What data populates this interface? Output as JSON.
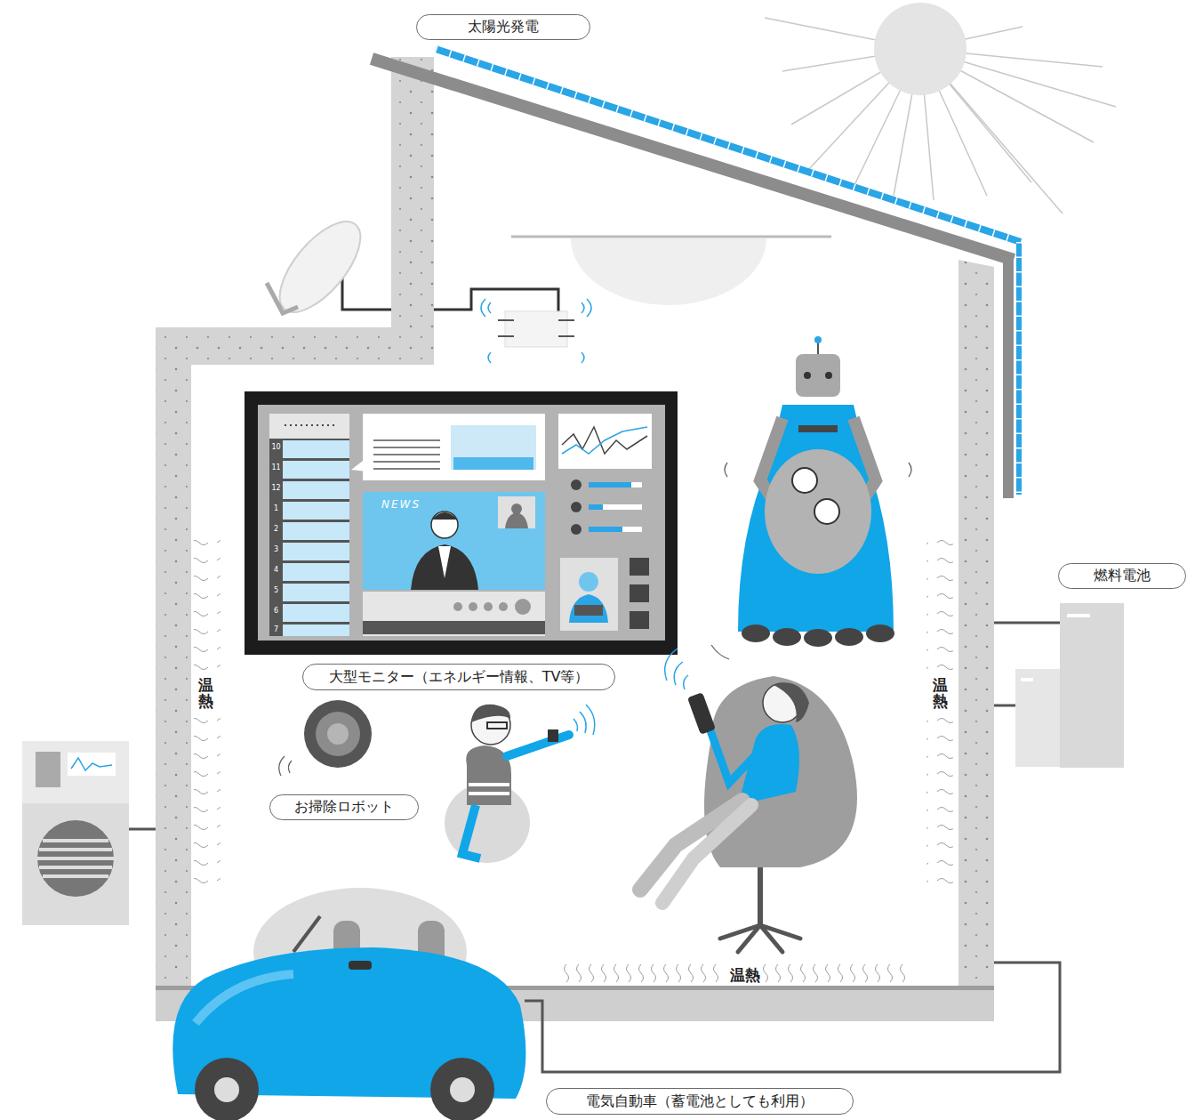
{
  "diagram": {
    "nodes": [
      {
        "text": [
          "太陽光発電"
        ]
      },
      {
        "text": [
          "燃料電池"
        ]
      },
      {
        "text": [
          "大型モニター（エネルギー情報、TV等）"
        ]
      },
      {
        "text": [
          "お掃除ロボット"
        ]
      },
      {
        "text": [
          "電気自動車（蓄電池としても利用）"
        ]
      }
    ],
    "labels": [
      "温熱",
      "温熱",
      "温熱",
      "NEWS",
      "10",
      "11",
      "12",
      "1",
      "2",
      "3",
      "4",
      "5",
      "6",
      "7"
    ]
  }
}
